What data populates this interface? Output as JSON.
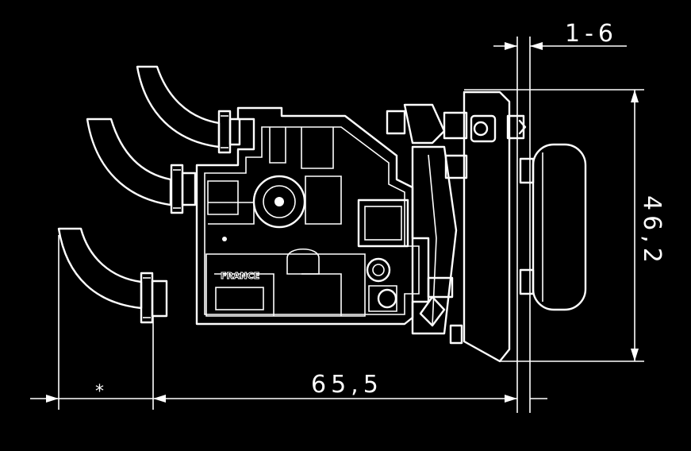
{
  "dimensions": {
    "width_label": "65,5",
    "height_label": "46,2",
    "offset_label": "1-6",
    "variable_marker": "*"
  },
  "part_markings": {
    "body_stamp": "FRANCE"
  },
  "colors": {
    "background": "#000000",
    "lines": "#ffffff"
  }
}
